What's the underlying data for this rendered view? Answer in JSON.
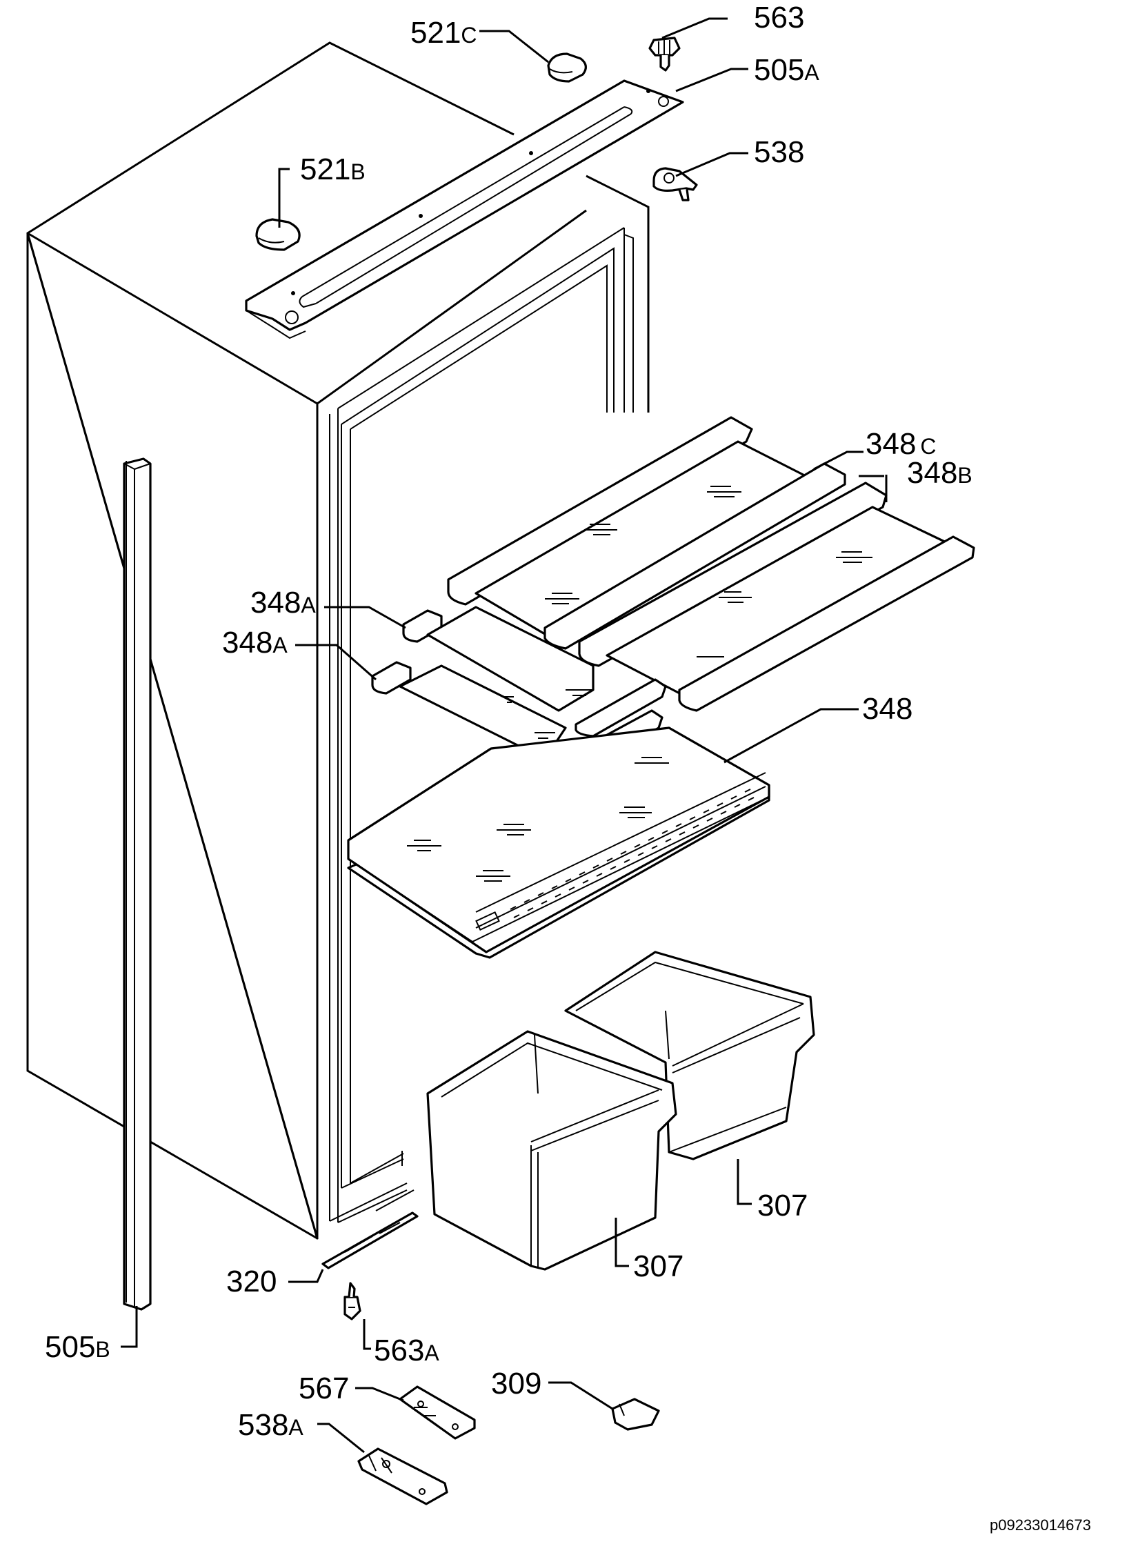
{
  "diagram": {
    "reference_code": "p09233014673",
    "labels": {
      "l563": {
        "num": "563",
        "suffix": ""
      },
      "l521c": {
        "num": "521",
        "suffix": "C"
      },
      "l505a": {
        "num": "505",
        "suffix": "A"
      },
      "l538": {
        "num": "538",
        "suffix": ""
      },
      "l521b": {
        "num": "521",
        "suffix": "B"
      },
      "l348c": {
        "num": "348",
        "suffix": "C"
      },
      "l348b": {
        "num": "348",
        "suffix": "B"
      },
      "l348a1": {
        "num": "348",
        "suffix": "A"
      },
      "l348a2": {
        "num": "348",
        "suffix": "A"
      },
      "l348": {
        "num": "348",
        "suffix": ""
      },
      "l307a": {
        "num": "307",
        "suffix": ""
      },
      "l307b": {
        "num": "307",
        "suffix": ""
      },
      "l320": {
        "num": "320",
        "suffix": ""
      },
      "l505b": {
        "num": "505",
        "suffix": "B"
      },
      "l563a": {
        "num": "563",
        "suffix": "A"
      },
      "l567": {
        "num": "567",
        "suffix": ""
      },
      "l309": {
        "num": "309",
        "suffix": ""
      },
      "l538a": {
        "num": "538",
        "suffix": "A"
      }
    }
  }
}
